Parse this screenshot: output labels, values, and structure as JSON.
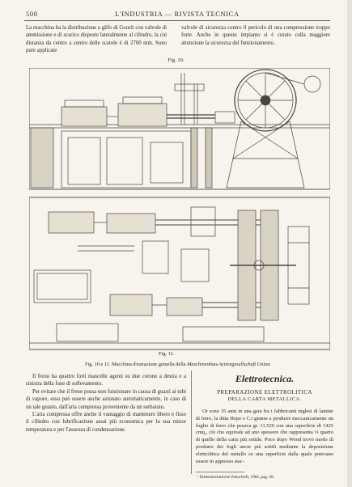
{
  "header": {
    "page_number": "500",
    "journal": "L'INDUSTRIA — RIVISTA TECNICA"
  },
  "top_left_text": "La macchina ha la distribuzione a glifo di Gooch con valvole di ammissione e di scarico disposte lateralmente al cilindro, la cui distanza da centro a centro delle scatole è di 2700 mm. Sono pure applicate",
  "top_right_text": "valvole di sicurezza contro il pericolo di una compressione troppo forte. Anche in questo impianto si è curato colla maggiore attenzione la sicurezza del funzionamento.",
  "figure": {
    "fig10_label": "Fig. 10.",
    "fig11_label": "Fig. 11.",
    "caption_prefix": "Fig. 10 e 11. Macchina d'estrazione gemella della",
    "caption_company": "Maschinenbau-Actiengesellschaft Union."
  },
  "bottom_left_paragraphs": [
    "Il freno ha quattro forti mascelle agenti su due corone a destra e a sinistra della fune di sollevamento.",
    "Per evitare che il freno possa non funzionare in causa di guasti ai tubi di vapore, esso può essere anche azionato automaticamente, in caso di un tale guasto, dall'aria compressa proveniente da un serbatoio.",
    "L'aria compressa offre anche il vantaggio di mantenere libero e fisso il cilindro con lubrificazione assai più economica per la sua minor temperatura e per l'assenza di condensazione."
  ],
  "section": {
    "title": "Elettrotecnica.",
    "article_title": "PREPARAZIONE ELETTROLITICA",
    "article_subtitle": "DELLA CARTA METALLICA.",
    "body": "Or sono 35 anni in una gara fra i fabbricanti inglesi di lamine di ferro, la ditta Hope e C.i giunse a produrre meccanicamente un foglio di ferro che pesava gr. 11.529 con una superficie di 1425 cmq., ciò che equivale ad uno spessore che rappresenta ⅓ quarto di quello della carta più sottile. Poco dopo Wood trovò modo di produrre dei fogli ancor più sottili mediante la deposizione elettrolitica del metallo su una superficie dalla quale potevano essere in appresso stac-",
    "footnote": "¹ Elektrotechnische Zeitschrift, 1902, pag. 28."
  },
  "colors": {
    "paper": "#f7f4ee",
    "ink": "#2a2620",
    "line": "#4a453c"
  }
}
